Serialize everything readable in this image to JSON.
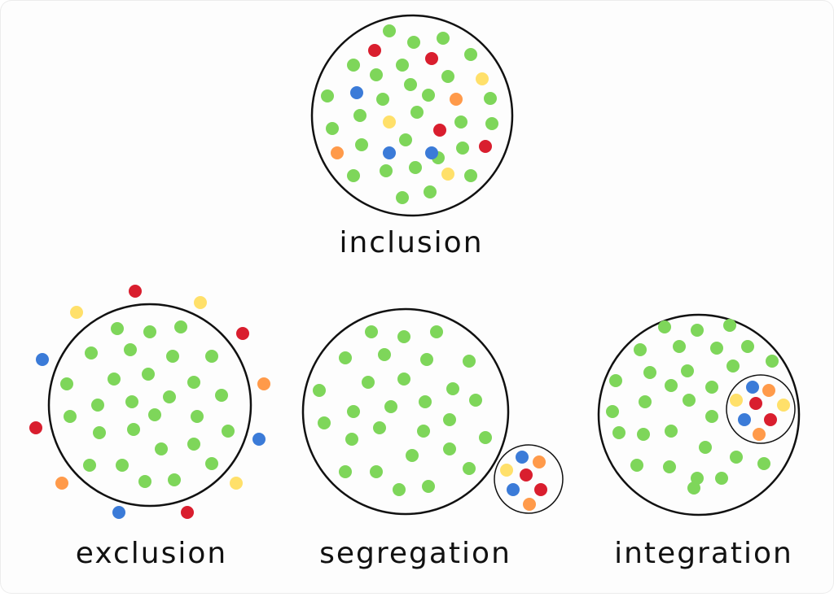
{
  "labels": {
    "inclusion": "inclusion",
    "exclusion": "exclusion",
    "segregation": "segregation",
    "integration": "integration"
  },
  "colors": {
    "majority": "#7ed65a",
    "red": "#d91e2e",
    "blue": "#3b7bd8",
    "yellow": "#ffe06a",
    "orange": "#ff9a4a",
    "outline": "#111111"
  }
}
